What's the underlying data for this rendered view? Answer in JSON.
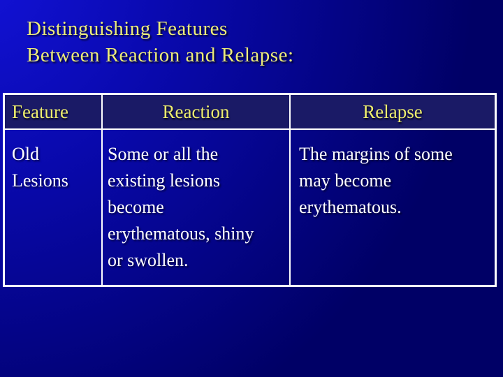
{
  "slide": {
    "title_lines": [
      "Distinguishing Features",
      "Between Reaction and Relapse:"
    ],
    "table": {
      "headers": {
        "feature": "Feature",
        "reaction": "Reaction",
        "relapse": "Relapse"
      },
      "rows": [
        {
          "feature": "Old Lesions",
          "reaction": "Some or all the existing lesions become erythematous, shiny or swollen.",
          "relapse": "The margins of some may become erythematous."
        }
      ]
    },
    "colors": {
      "background_gradient_start": "#1313da",
      "background_gradient_end": "#000066",
      "title_text": "#ECEC7A",
      "header_text": "#ECEC6E",
      "header_fill": "#1a1a66",
      "body_text": "#ffffff",
      "table_border": "#ffffff"
    }
  }
}
